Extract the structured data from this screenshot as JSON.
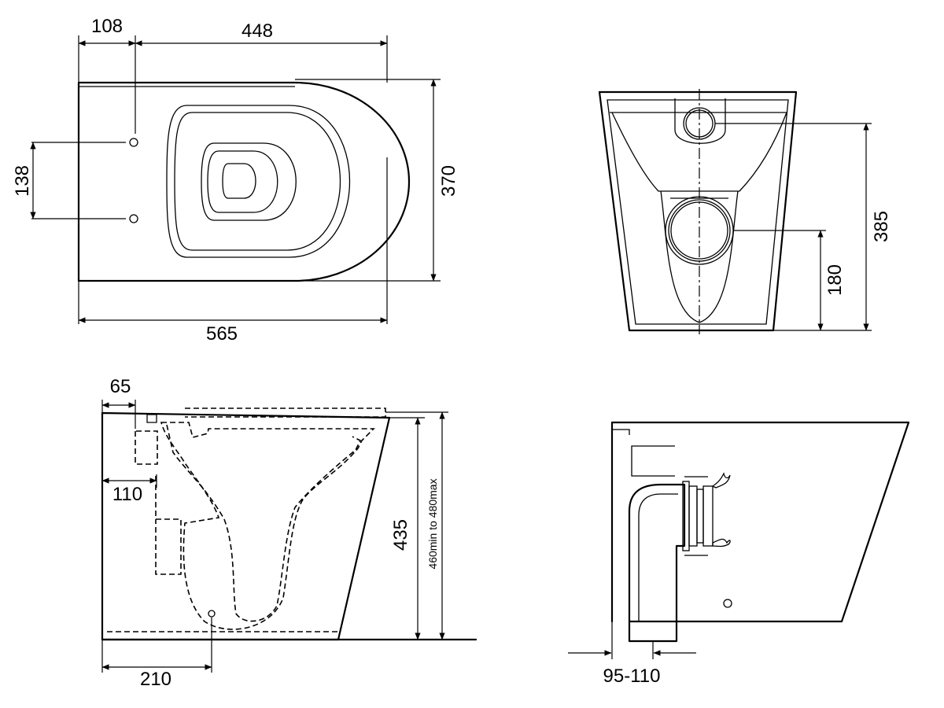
{
  "dimensions": {
    "top_left_offset": "108",
    "top_width": "448",
    "top_hole_spacing": "138",
    "top_depth": "370",
    "top_length": "565",
    "front_height": "385",
    "front_outlet_height": "180",
    "side_rim_offset": "65",
    "side_inlet_offset": "110",
    "side_height": "435",
    "side_seat_height": "460min to 480max",
    "side_fixing_offset": "210",
    "rear_wall_gap": "95-110"
  }
}
